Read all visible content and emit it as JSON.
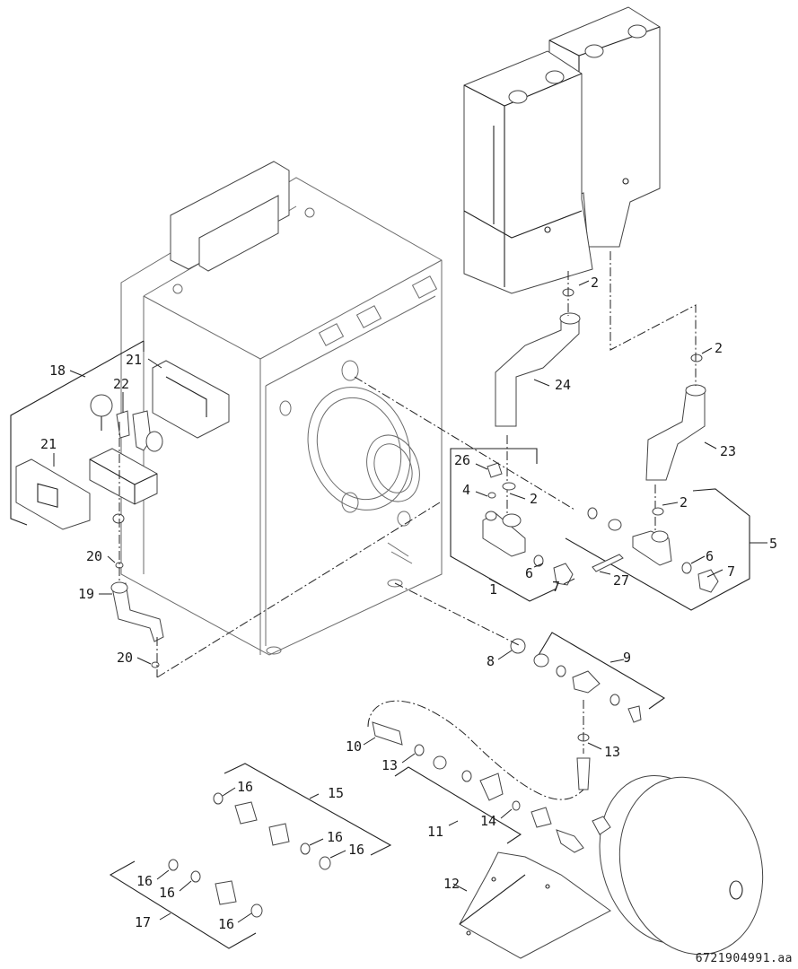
{
  "document_number": "6721904991.aa",
  "diagram_type": "exploded parts diagram",
  "colors": {
    "line": "#222222",
    "housing_line": "#6b6b6b",
    "background": "#ffffff"
  },
  "callouts": [
    {
      "id": "c1",
      "label": "1"
    },
    {
      "id": "c2a",
      "label": "2"
    },
    {
      "id": "c2b",
      "label": "2"
    },
    {
      "id": "c2c",
      "label": "2"
    },
    {
      "id": "c2d",
      "label": "2"
    },
    {
      "id": "c4",
      "label": "4"
    },
    {
      "id": "c5",
      "label": "5"
    },
    {
      "id": "c6a",
      "label": "6"
    },
    {
      "id": "c6b",
      "label": "6"
    },
    {
      "id": "c7a",
      "label": "7"
    },
    {
      "id": "c7b",
      "label": "7"
    },
    {
      "id": "c8",
      "label": "8"
    },
    {
      "id": "c9",
      "label": "9"
    },
    {
      "id": "c10",
      "label": "10"
    },
    {
      "id": "c11",
      "label": "11"
    },
    {
      "id": "c12",
      "label": "12"
    },
    {
      "id": "c13a",
      "label": "13"
    },
    {
      "id": "c13b",
      "label": "13"
    },
    {
      "id": "c14",
      "label": "14"
    },
    {
      "id": "c15",
      "label": "15"
    },
    {
      "id": "c16a",
      "label": "16"
    },
    {
      "id": "c16b",
      "label": "16"
    },
    {
      "id": "c16c",
      "label": "16"
    },
    {
      "id": "c16d",
      "label": "16"
    },
    {
      "id": "c16e",
      "label": "16"
    },
    {
      "id": "c16f",
      "label": "16"
    },
    {
      "id": "c17",
      "label": "17"
    },
    {
      "id": "c18",
      "label": "18"
    },
    {
      "id": "c19",
      "label": "19"
    },
    {
      "id": "c20a",
      "label": "20"
    },
    {
      "id": "c20b",
      "label": "20"
    },
    {
      "id": "c21a",
      "label": "21"
    },
    {
      "id": "c21b",
      "label": "21"
    },
    {
      "id": "c22",
      "label": "22"
    },
    {
      "id": "c23",
      "label": "23"
    },
    {
      "id": "c24",
      "label": "24"
    },
    {
      "id": "c26",
      "label": "26"
    },
    {
      "id": "c27",
      "label": "27"
    }
  ],
  "parts": [
    {
      "name": "boiler-housing"
    },
    {
      "name": "control-module"
    },
    {
      "name": "hot-water-cylinder-units"
    },
    {
      "name": "safety-group-assembly"
    },
    {
      "name": "pressure-gauge"
    },
    {
      "name": "air-vent-valve"
    },
    {
      "name": "safety-valve"
    },
    {
      "name": "insulation-shell-front"
    },
    {
      "name": "insulation-shell-rear"
    },
    {
      "name": "connection-pipe-19"
    },
    {
      "name": "connection-pipe-23"
    },
    {
      "name": "connection-pipe-24"
    },
    {
      "name": "tee-fitting-1"
    },
    {
      "name": "tee-fitting-5"
    },
    {
      "name": "expansion-vessel"
    },
    {
      "name": "mounting-bracket-12"
    },
    {
      "name": "flexible-hose-10"
    },
    {
      "name": "fitting-set-15"
    },
    {
      "name": "fitting-set-17"
    }
  ]
}
